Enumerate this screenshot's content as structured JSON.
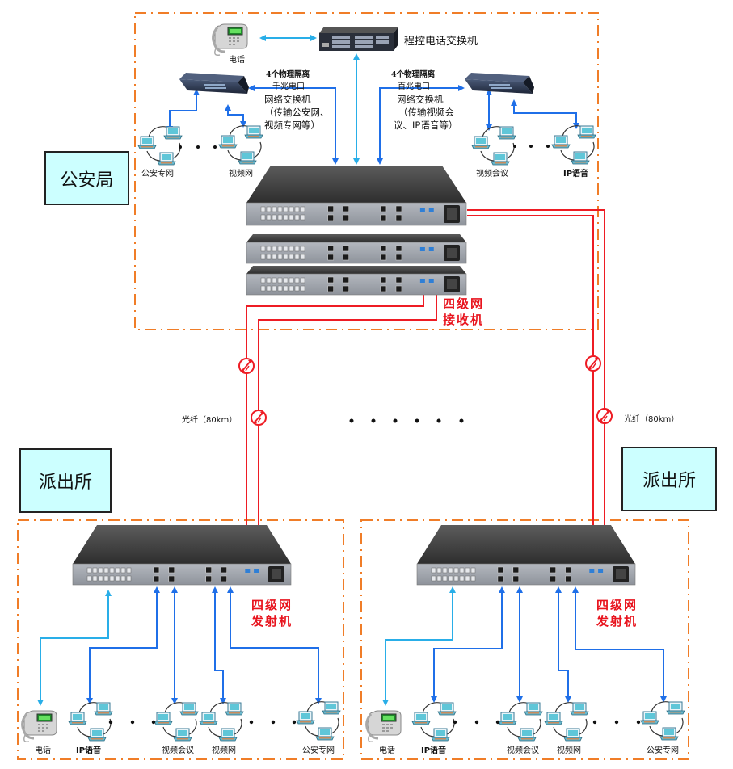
{
  "headquarters": {
    "label": "公安局",
    "pbx_label": "程控电话交换机",
    "phone_label": "电话",
    "left_switch": {
      "port_note_line1": "4个物理隔离",
      "port_note_line2": "千兆电口",
      "desc_line1": "网络交换机",
      "desc_line2": "（传输公安网、",
      "desc_line3": "视频专网等）",
      "networks": [
        "公安专网",
        "视频网"
      ]
    },
    "right_switch": {
      "port_note_line1": "4个物理隔离",
      "port_note_line2": "百兆电口",
      "desc_line1": "网络交换机",
      "desc_line2": "（传输视频会",
      "desc_line3": "议、IP语音等）",
      "networks": [
        "视频会议",
        "IP语音"
      ]
    },
    "receiver_label_line1": "四级网",
    "receiver_label_line2": "接收机",
    "receiver_units": 3
  },
  "fiber": {
    "left_label": "光纤（80km）",
    "right_label": "光纤（80km）"
  },
  "stations": [
    {
      "label": "派出所",
      "transmitter_line1": "四级网",
      "transmitter_line2": "发射机",
      "endpoints": [
        "电话",
        "IP语音",
        "视频会议",
        "视频网",
        "公安专网"
      ]
    },
    {
      "label": "派出所",
      "transmitter_line1": "四级网",
      "transmitter_line2": "发射机",
      "endpoints": [
        "电话",
        "IP语音",
        "视频会议",
        "视频网",
        "公安专网"
      ]
    }
  ],
  "colors": {
    "boundary": "#f07d28",
    "fiber": "#ee1c24",
    "ethernet": "#1f6fe8",
    "phone_link": "#29aee8",
    "label_box": "#ccffff",
    "device_label": "#e8141e"
  }
}
